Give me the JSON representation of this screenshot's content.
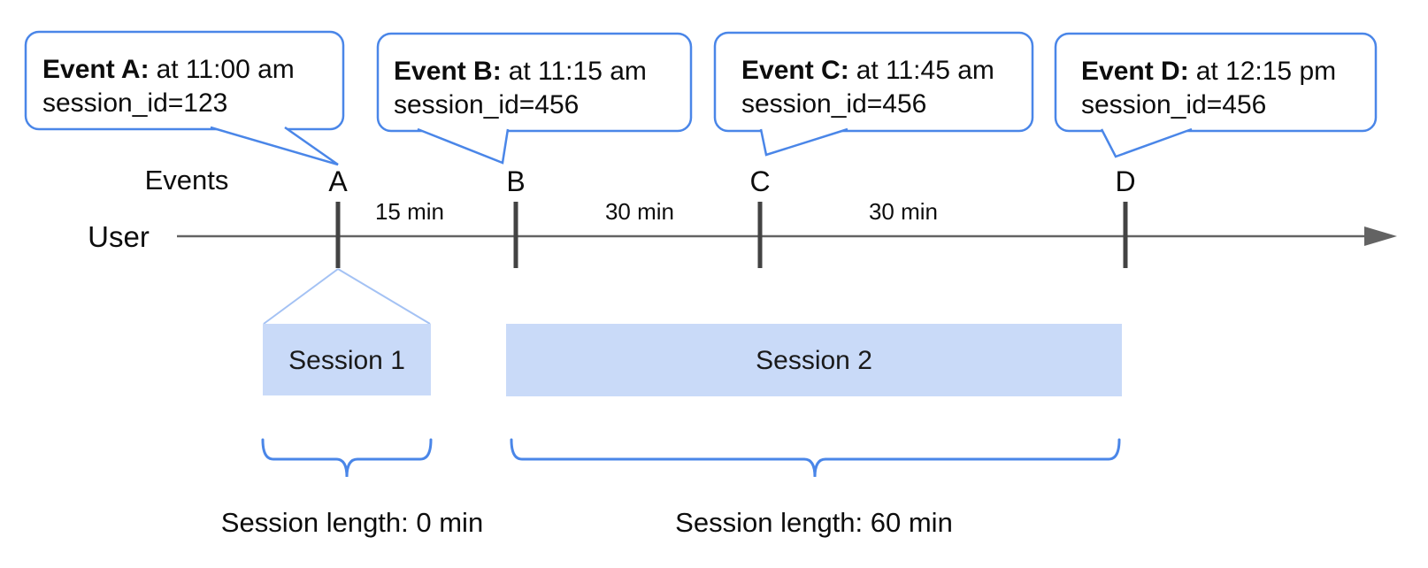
{
  "bubbles": [
    {
      "title": "Event A:",
      "time": "at 11:00 am",
      "session_id": "session_id=123"
    },
    {
      "title": "Event B:",
      "time": "at 11:15 am",
      "session_id": "session_id=456"
    },
    {
      "title": "Event C:",
      "time": "at 11:45 am",
      "session_id": "session_id=456"
    },
    {
      "title": "Event D:",
      "time": "at 12:15 pm",
      "session_id": "session_id=456"
    }
  ],
  "timeline": {
    "events_label": "Events",
    "user_label": "User",
    "letters": [
      "A",
      "B",
      "C",
      "D"
    ],
    "intervals": [
      "15 min",
      "30 min",
      "30 min"
    ]
  },
  "sessions": [
    {
      "label": "Session 1",
      "length": "Session length: 0 min"
    },
    {
      "label": "Session 2",
      "length": "Session length: 60 min"
    }
  ],
  "colors": {
    "accent_blue": "#4a86e8",
    "session_fill": "#c9daf8",
    "funnel_line_blue": "#a4c2f4",
    "timeline_gray": "#636363",
    "tick_gray": "#434343"
  }
}
